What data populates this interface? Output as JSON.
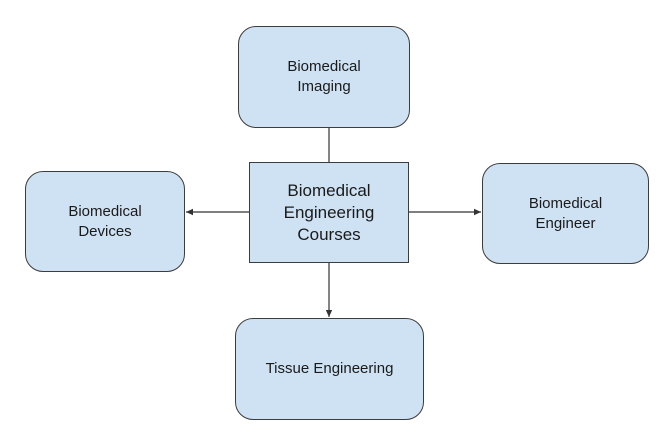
{
  "nodes": {
    "center": {
      "line1": "Biomedical",
      "line2": "Engineering",
      "line3": "Courses"
    },
    "top": {
      "line1": "Biomedical",
      "line2": "Imaging"
    },
    "left": {
      "line1": "Biomedical",
      "line2": "Devices"
    },
    "right": {
      "line1": "Biomedical",
      "line2": "Engineer"
    },
    "bottom": {
      "line1": "Tissue Engineering"
    }
  },
  "colors": {
    "node_fill": "#cfe2f3",
    "node_border": "#3c3c3c",
    "connector": "#333333"
  }
}
